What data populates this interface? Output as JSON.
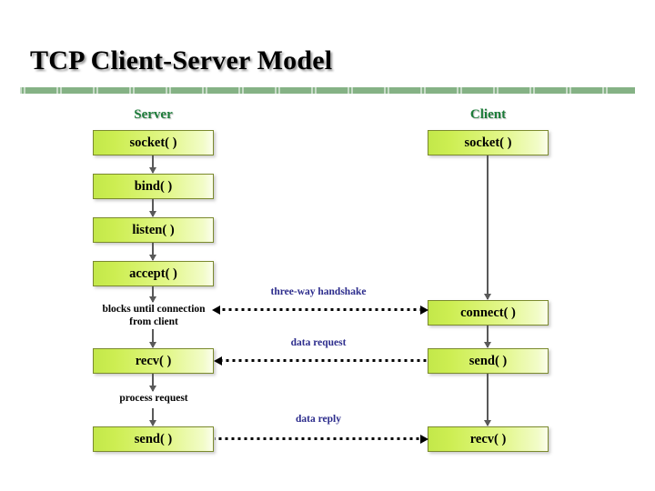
{
  "slide": {
    "title": "TCP Client-Server Model"
  },
  "columns": {
    "server": {
      "heading": "Server",
      "steps": [
        {
          "label": "socket( )"
        },
        {
          "label": "bind( )"
        },
        {
          "label": "listen( )"
        },
        {
          "label": "accept( )"
        },
        {
          "label": "recv( )"
        },
        {
          "label": "send( )"
        }
      ],
      "notes": [
        {
          "label": "blocks until connection\nfrom client"
        },
        {
          "label": "process request"
        }
      ]
    },
    "client": {
      "heading": "Client",
      "steps": [
        {
          "label": "socket( )"
        },
        {
          "label": "connect( )"
        },
        {
          "label": "send( )"
        },
        {
          "label": "recv( )"
        }
      ]
    }
  },
  "connectors": [
    {
      "label": "three-way handshake",
      "direction": "bidirectional"
    },
    {
      "label": "data request",
      "direction": "client-to-server"
    },
    {
      "label": "data reply",
      "direction": "server-to-client"
    }
  ],
  "colors": {
    "title_text": "#000000",
    "divider_green": "#85b285",
    "heading_green": "#1d7c3a",
    "box_gradient_start": "#c3e84a",
    "box_gradient_end": "#fbfeec",
    "box_border": "#7b8a2e",
    "connector_label": "#2c2c8c",
    "arrow_gray": "#595959",
    "background": "#ffffff"
  }
}
